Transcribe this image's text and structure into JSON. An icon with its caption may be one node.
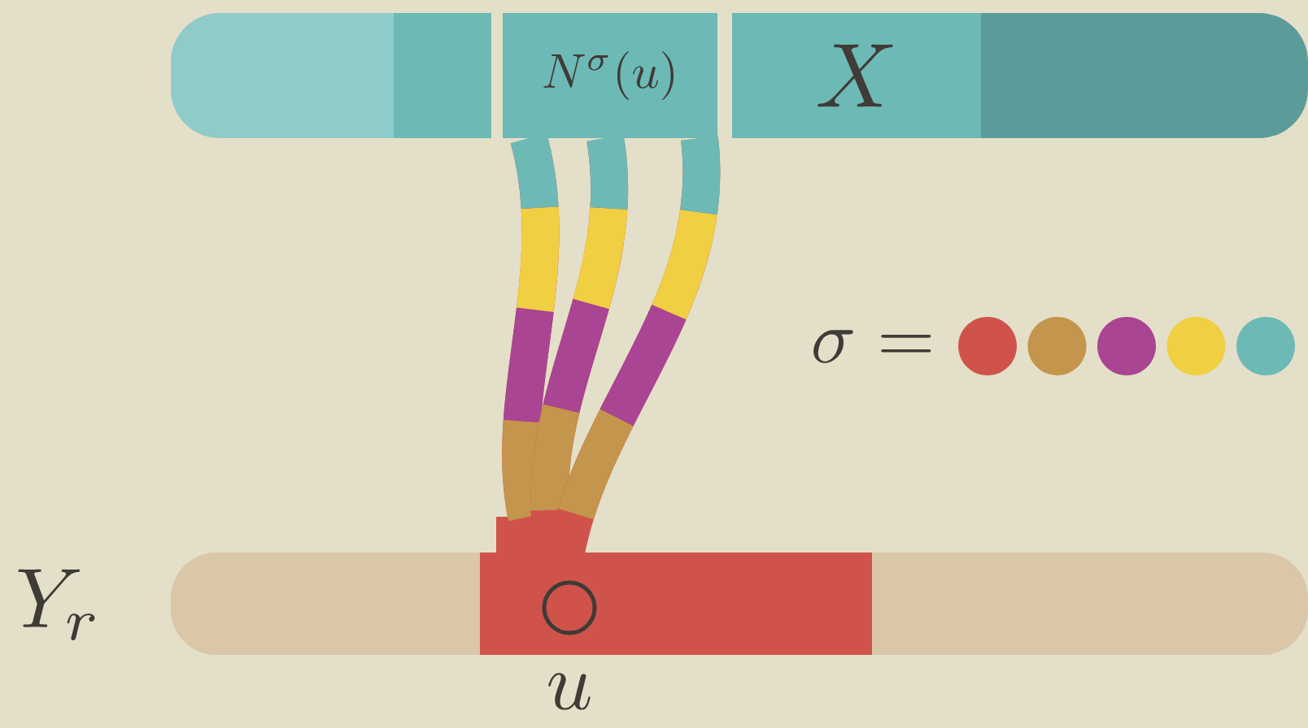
{
  "diagram": {
    "nodes": [
      {
        "text": [],
        "shape": "bar"
      },
      {
        "text": [
          "N^{\\sigma}(u)"
        ],
        "in": 0
      },
      {
        "text": [
          "X"
        ],
        "in": 0
      },
      {
        "text": [],
        "shape": "bar"
      },
      {
        "text": [],
        "shape": "box",
        "in": 3
      },
      {
        "text": [],
        "shape": "circle",
        "in": 4,
        "beside": [
          "u"
        ]
      }
    ],
    "edges": [
      {
        "from": 4,
        "to": 1,
        "arrow": "none"
      },
      {
        "from": 4,
        "to": 1,
        "arrow": "none"
      },
      {
        "from": 4,
        "to": 1,
        "arrow": "none"
      }
    ],
    "labels": [
      "Y_r",
      "\\sigma ="
    ]
  }
}
